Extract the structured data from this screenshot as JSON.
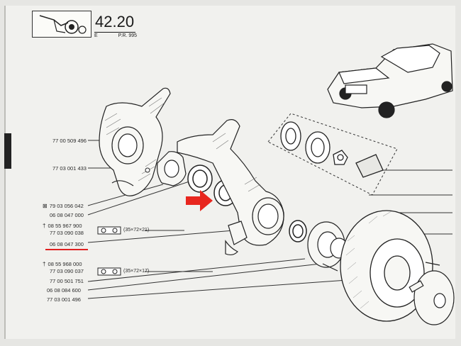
{
  "header": {
    "page_number": "42.20",
    "left_mark": "E",
    "right_mark": "P.R. 995"
  },
  "parts": [
    {
      "id": "p1",
      "text": "77 00 509 496"
    },
    {
      "id": "p2",
      "text": "77 03 001 433"
    },
    {
      "id": "p3",
      "symbol": "⊠",
      "text": "79 03 056 042"
    },
    {
      "id": "p4",
      "text": "06 08 047 000"
    },
    {
      "id": "p5",
      "symbol": "†",
      "text": "08 55 967 900"
    },
    {
      "id": "p6",
      "text": "77 03 090 038"
    },
    {
      "id": "p7",
      "text": "06 08 047 300"
    },
    {
      "id": "p8",
      "symbol": "†",
      "text": "08 55 968 000"
    },
    {
      "id": "p9",
      "text": "77 03 090 037"
    },
    {
      "id": "p10",
      "text": "77 00 501 751"
    },
    {
      "id": "p11",
      "text": "06 08 084 600"
    },
    {
      "id": "p12",
      "text": "77 03 001 496"
    }
  ],
  "dimensions": {
    "bearing_1": "(35×72×21)",
    "bearing_2": "(35×72×17)"
  },
  "colors": {
    "highlight_arrow": "#e8261e",
    "underline": "#e02020",
    "ink": "#2a2a2a",
    "paper": "#f1f1ee"
  }
}
